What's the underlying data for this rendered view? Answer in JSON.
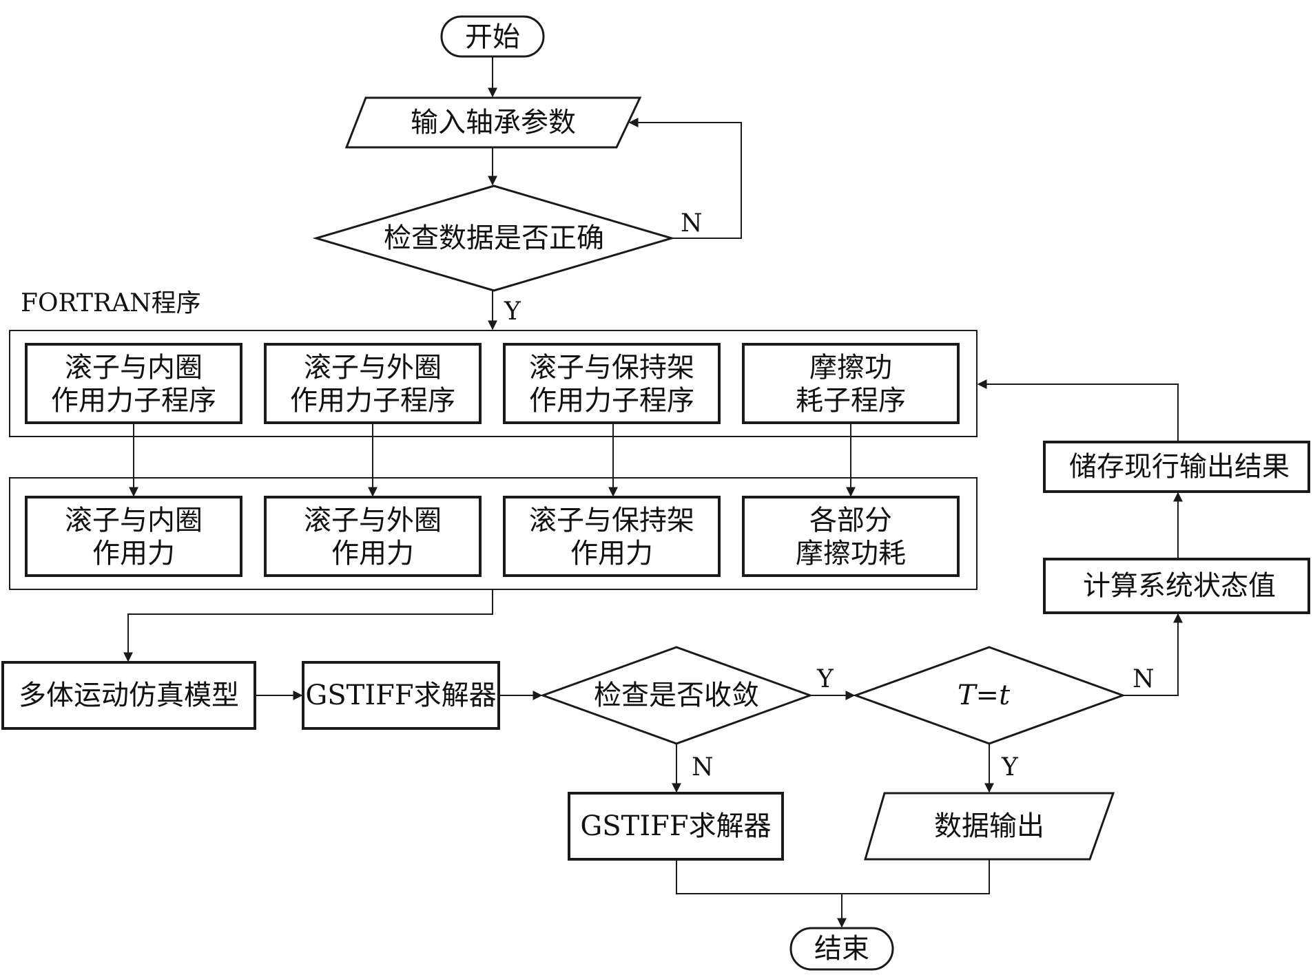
{
  "nodes": {
    "start": "开始",
    "input_params": "输入轴承参数",
    "check_data": "检查数据是否正确",
    "fortran_title": "FORTRAN程序",
    "sub1": [
      "滚子与内圈",
      "作用力子程序"
    ],
    "sub2": [
      "滚子与外圈",
      "作用力子程序"
    ],
    "sub3": [
      "滚子与保持架",
      "作用力子程序"
    ],
    "sub4": [
      "摩擦功",
      "耗子程序"
    ],
    "out1": [
      "滚子与内圈",
      "作用力"
    ],
    "out2": [
      "滚子与外圈",
      "作用力"
    ],
    "out3": [
      "滚子与保持架",
      "作用力"
    ],
    "out4": [
      "各部分",
      "摩擦功耗"
    ],
    "multibody": "多体运动仿真模型",
    "solver1": "GSTIFF求解器",
    "check_converge": "检查是否收敛",
    "time_check_T": "T",
    "time_check_eq": "=",
    "time_check_t": "t",
    "solver2": "GSTIFF求解器",
    "data_output": "数据输出",
    "end": "结束",
    "compute_state": "计算系统状态值",
    "store_output": "储存现行输出结果"
  },
  "edge_labels": {
    "check_data_no": "N",
    "check_data_yes": "Y",
    "converge_yes": "Y",
    "converge_no": "N",
    "time_no": "N",
    "time_yes": "Y"
  },
  "colors": {
    "stroke": "#1a1a1a",
    "text": "#111111",
    "background": "#ffffff"
  }
}
